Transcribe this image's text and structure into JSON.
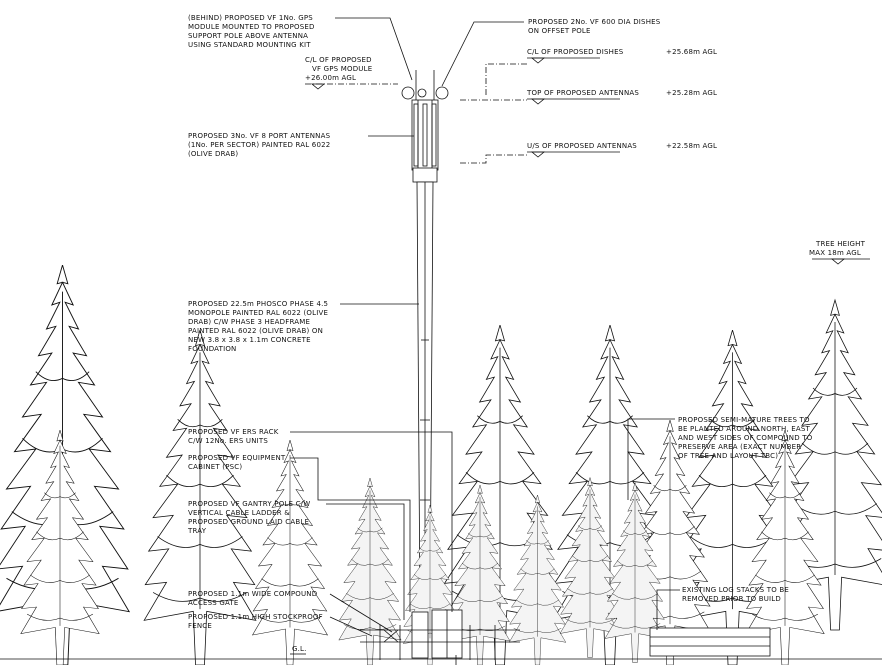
{
  "callouts": {
    "gps_module": [
      "(BEHIND) PROPOSED VF 1No. GPS",
      "MODULE MOUNTED TO PROPOSED",
      "SUPPORT POLE ABOVE ANTENNA",
      "USING STANDARD MOUNTING KIT"
    ],
    "dishes": [
      "PROPOSED 2No. VF 600 DIA DISHES",
      "ON OFFSET POLE"
    ],
    "antennas": [
      "PROPOSED 3No. VF 8 PORT ANTENNAS",
      "(1No. PER SECTOR) PAINTED RAL 6022",
      "(OLIVE DRAB)"
    ],
    "monopole": [
      "PROPOSED 22.5m PHOSCO PHASE 4.5",
      "MONOPOLE PAINTED RAL 6022 (OLIVE",
      "DRAB) C/W PHASE 3 HEADFRAME",
      "PAINTED RAL 6022 (OLIVE DRAB) ON",
      "NEW 3.8 x 3.8 x 1.1m CONCRETE",
      "FOUNDATION"
    ],
    "ers_rack": [
      "PROPOSED VF ERS RACK",
      "C/W 12No. ERS UNITS"
    ],
    "equipment_cabinet": [
      "PROPOSED VF EQUIPMENT",
      "CABINET (PSC)"
    ],
    "gantry_pole": [
      "PROPOSED VF GANTRY POLE C/W",
      "VERTICAL CABLE LADDER &",
      "PROPOSED GROUND LAID CABLE",
      "TRAY"
    ],
    "access_gate": [
      "PROPOSED 1.1m WIDE COMPOUND",
      "ACCESS GATE"
    ],
    "fence": [
      "PROPOSED 1.1m HIGH STOCKPROOF",
      "FENCE"
    ],
    "trees": [
      "PROPOSED SEMI-MATURE TREES TO",
      "BE PLANTED AROUND NORTH, EAST",
      "AND WEST SIDES OF COMPOUND TO",
      "PRESERVE AREA (EXACT NUMBER",
      "OF TREE AND LAYOUT TBC)"
    ],
    "log_stacks": [
      "EXISTING LOG STACKS TO BE",
      "REMOVED PRIOR TO BUILD"
    ]
  },
  "levels": {
    "gps": {
      "label": "C/L OF PROPOSED",
      "label2": "VF GPS MODULE",
      "value": "+26.00m AGL"
    },
    "dishes": {
      "label": "C/L OF PROPOSED DISHES",
      "value": "+25.68m AGL"
    },
    "top_antennas": {
      "label": "TOP OF PROPOSED ANTENNAS",
      "value": "+25.28m AGL"
    },
    "us_antennas": {
      "label": "U/S OF PROPOSED ANTENNAS",
      "value": "+22.58m AGL"
    }
  },
  "tree_height": {
    "line1": "TREE HEIGHT",
    "line2": "MAX 18m AGL"
  },
  "ground_label": "G.L."
}
